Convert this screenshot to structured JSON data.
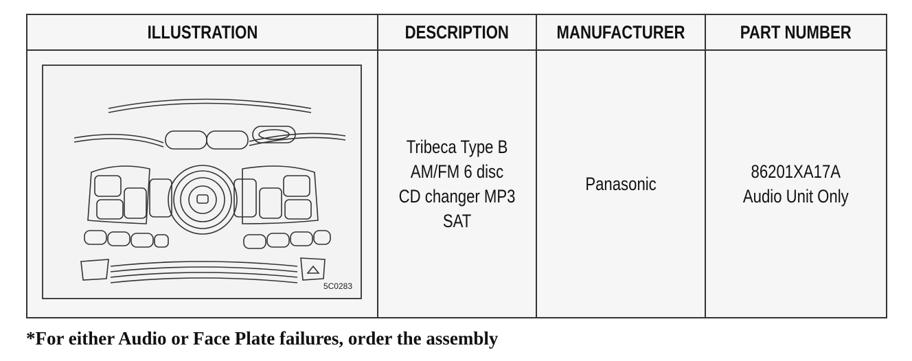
{
  "table": {
    "headers": {
      "illustration": "ILLUSTRATION",
      "description": "DESCRIPTION",
      "manufacturer": "MANUFACTURER",
      "part_number": "PART NUMBER"
    },
    "row": {
      "description_lines": [
        "Tribeca Type B",
        "AM/FM 6 disc",
        "CD changer MP3",
        "SAT"
      ],
      "manufacturer": "Panasonic",
      "part_number_lines": [
        "86201XA17A",
        "Audio Unit Only"
      ],
      "illustration_id": "5C0283"
    }
  },
  "footnote": "*For either Audio or Face Plate failures, order the assembly"
}
